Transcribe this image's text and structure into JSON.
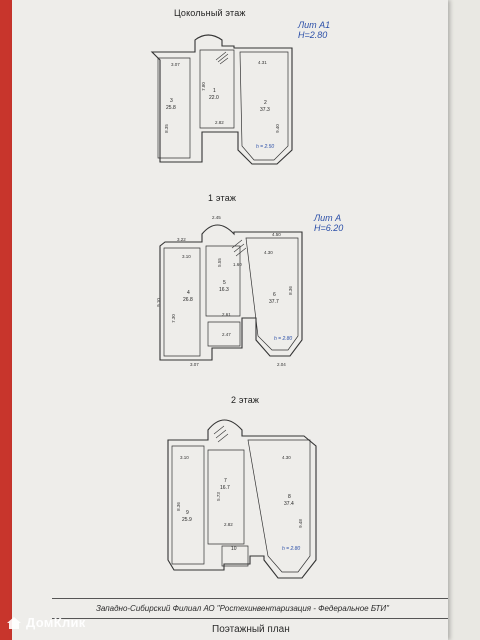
{
  "floors": [
    {
      "title": "Цокольный этаж",
      "lit": "Лит А1",
      "height": "H=2.80",
      "rooms": [
        {
          "num": "3",
          "area": "25.8",
          "w": "3.07",
          "l": "8.35"
        },
        {
          "num": "1",
          "area": "22.0",
          "w": "2.82",
          "l": "7.80"
        },
        {
          "num": "2",
          "area": "37.3",
          "w": "4.31",
          "l": "9.40"
        }
      ],
      "note": "h = 2.50"
    },
    {
      "title": "1 этаж",
      "lit": "Лит А",
      "height": "H=6.20",
      "top_dims": [
        "2.45",
        "3.22",
        "4.50"
      ],
      "rooms": [
        {
          "num": "4",
          "area": "26.8",
          "w": "3.10",
          "l": "7.30"
        },
        {
          "num": "5",
          "area": "16.3",
          "w": "2.61",
          "l": "5.55"
        },
        {
          "num": "6",
          "area": "37.7",
          "w": "4.30",
          "l": "8.36"
        }
      ],
      "extra_dims": [
        "1.60",
        "2.47",
        "9.10",
        "3.07",
        "2.04"
      ],
      "note": "h = 2.80"
    },
    {
      "title": "2 этаж",
      "rooms": [
        {
          "num": "9",
          "area": "25.9",
          "w": "3.10",
          "l": "8.36"
        },
        {
          "num": "7",
          "area": "16.7",
          "w": "2.82",
          "l": "5.73"
        },
        {
          "num": "8",
          "area": "37.4",
          "w": "4.30",
          "l": "9.48"
        },
        {
          "num": "10",
          "area": "",
          "w": "",
          "l": ""
        }
      ],
      "note": "h = 2.80"
    }
  ],
  "footer": {
    "org": "Западно-Сибирский Филиал АО \"Ростехинвентаризация - Федеральное БТИ\"",
    "plan_title": "Поэтажный план"
  },
  "watermark": {
    "text": "ДомКлик",
    "icon": "house-icon"
  }
}
